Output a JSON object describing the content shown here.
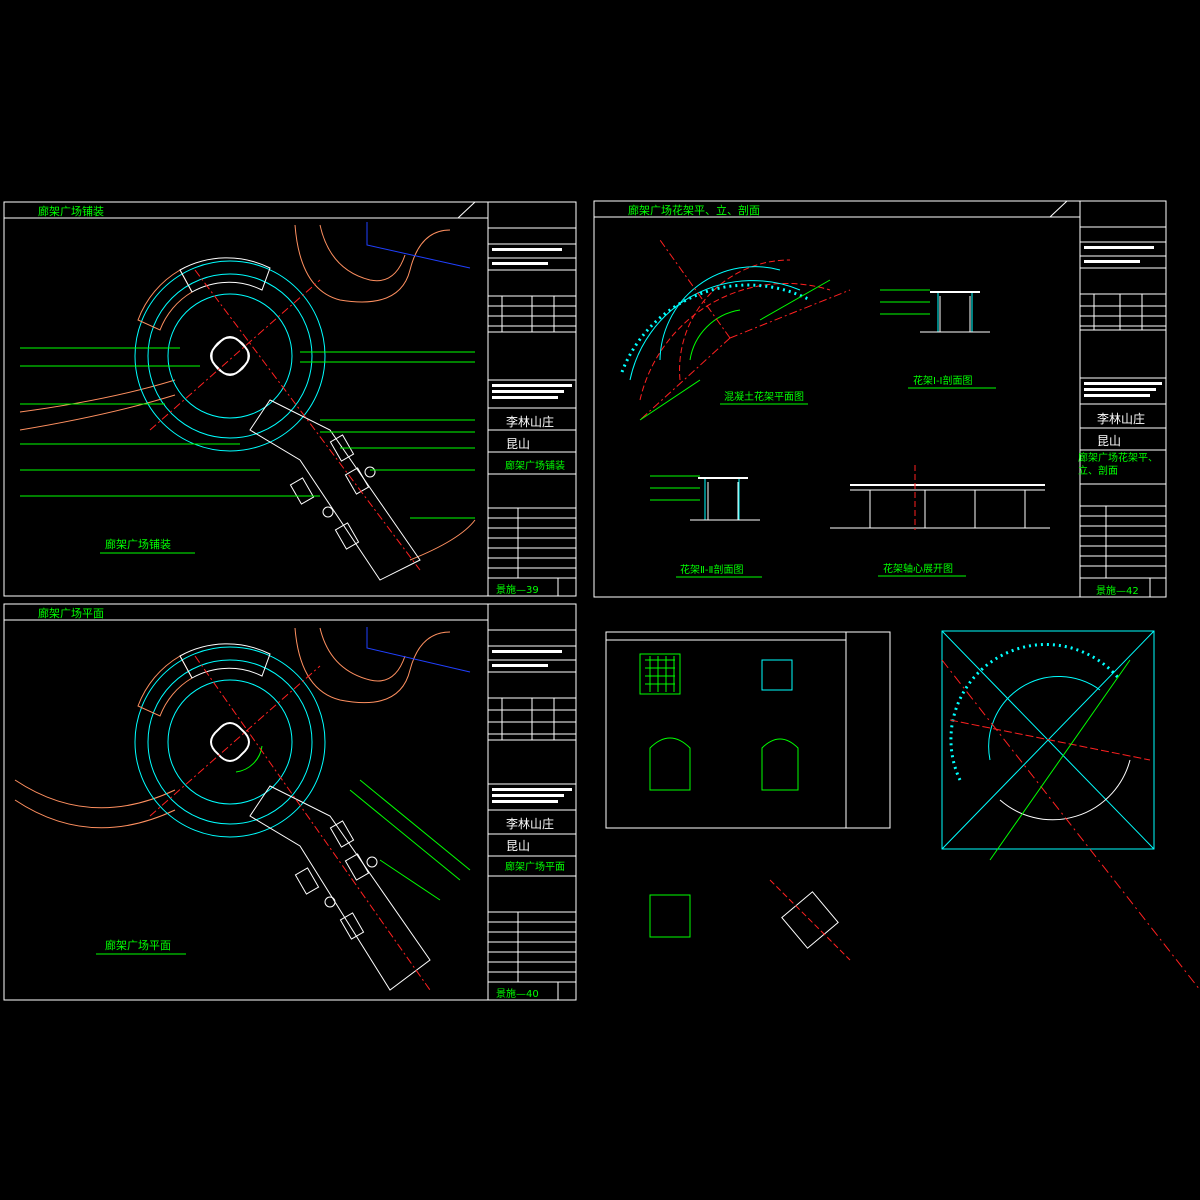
{
  "colors": {
    "frame": "#ffffff",
    "title": "#00ff00",
    "cyan": "#00ffff",
    "red": "#ff2020",
    "orange": "#ff9060",
    "blue": "#2040ff",
    "yellow": "#ffff00"
  },
  "sheet1": {
    "header": "廊架广场铺装",
    "drawing_title": "廊架广场铺装",
    "sheet_no": "景施—39",
    "tb_project": "李林山庄",
    "tb_location": "昆山",
    "tb_drawing": "廊架广场铺装"
  },
  "sheet2": {
    "header": "廊架广场平面",
    "drawing_title": "廊架广场平面",
    "sheet_no": "景施—40",
    "tb_project": "李林山庄",
    "tb_location": "昆山",
    "tb_drawing": "廊架广场平面"
  },
  "sheet3": {
    "header": "廊架广场花架平、立、剖面",
    "plan_title": "混凝土花架平面图",
    "sec1_title": "花架Ⅰ-Ⅰ剖面图",
    "sec2_title": "花架Ⅱ-Ⅱ剖面图",
    "elev_title": "花架轴心展开图",
    "sheet_no": "景施—42",
    "tb_project": "李林山庄",
    "tb_location": "昆山",
    "tb_drawing": "廊架广场花架平、立、剖面"
  }
}
